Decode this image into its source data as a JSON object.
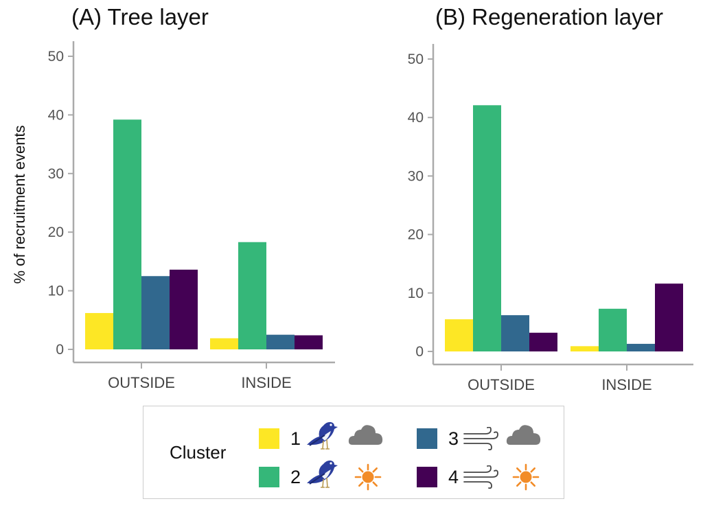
{
  "ylabel": "% of recruitment events",
  "legend": {
    "title": "Cluster",
    "items": [
      {
        "label": "1",
        "color": "#fde725",
        "vector": "bird-icon",
        "weather": "cloud-icon"
      },
      {
        "label": "2",
        "color": "#35b779",
        "vector": "bird-icon",
        "weather": "sun-icon"
      },
      {
        "label": "3",
        "color": "#31688e",
        "vector": "wind-icon",
        "weather": "cloud-icon"
      },
      {
        "label": "4",
        "color": "#440154",
        "vector": "wind-icon",
        "weather": "sun-icon"
      }
    ]
  },
  "chart_data": [
    {
      "type": "bar",
      "title": "(A) Tree layer",
      "categories": [
        "OUTSIDE",
        "INSIDE"
      ],
      "series": [
        {
          "name": "1",
          "color": "#fde725",
          "values": [
            6.2,
            1.9
          ]
        },
        {
          "name": "2",
          "color": "#35b779",
          "values": [
            39.2,
            18.3
          ]
        },
        {
          "name": "3",
          "color": "#31688e",
          "values": [
            12.5,
            2.5
          ]
        },
        {
          "name": "4",
          "color": "#440154",
          "values": [
            13.6,
            2.4
          ]
        }
      ],
      "ylim": [
        0,
        50
      ],
      "yticks": [
        "0",
        "10",
        "20",
        "30",
        "40",
        "50"
      ],
      "grid": false
    },
    {
      "type": "bar",
      "title": "(B) Regeneration layer",
      "categories": [
        "OUTSIDE",
        "INSIDE"
      ],
      "series": [
        {
          "name": "1",
          "color": "#fde725",
          "values": [
            5.5,
            0.9
          ]
        },
        {
          "name": "2",
          "color": "#35b779",
          "values": [
            42.1,
            7.3
          ]
        },
        {
          "name": "3",
          "color": "#31688e",
          "values": [
            6.2,
            1.3
          ]
        },
        {
          "name": "4",
          "color": "#440154",
          "values": [
            3.2,
            11.6
          ]
        }
      ],
      "ylim": [
        0,
        50
      ],
      "yticks": [
        "0",
        "10",
        "20",
        "30",
        "40",
        "50"
      ],
      "grid": false
    }
  ]
}
